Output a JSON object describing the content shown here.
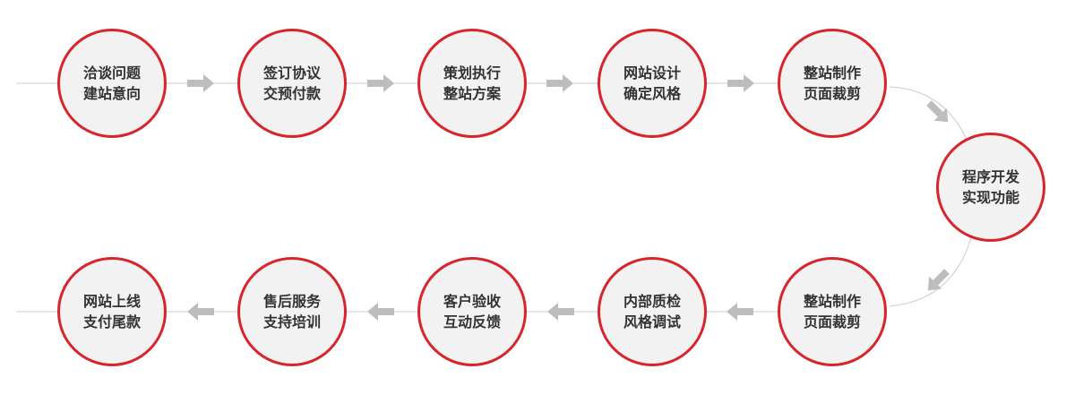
{
  "colors": {
    "circle_border": "#d8252b",
    "circle_fill": "#f2f2f2",
    "text": "#333333",
    "line": "#cccccc",
    "arrow": "#bdbdbd"
  },
  "steps": [
    {
      "line1": "洽谈问题",
      "line2": "建站意向"
    },
    {
      "line1": "签订协议",
      "line2": "交预付款"
    },
    {
      "line1": "策划执行",
      "line2": "整站方案"
    },
    {
      "line1": "网站设计",
      "line2": "确定风格"
    },
    {
      "line1": "整站制作",
      "line2": "页面裁剪"
    },
    {
      "line1": "程序开发",
      "line2": "实现功能"
    },
    {
      "line1": "整站制作",
      "line2": "页面裁剪"
    },
    {
      "line1": "内部质检",
      "line2": "风格调试"
    },
    {
      "line1": "客户验收",
      "line2": "互动反馈"
    },
    {
      "line1": "售后服务",
      "line2": "支持培训"
    },
    {
      "line1": "网站上线",
      "line2": "支付尾款"
    }
  ]
}
